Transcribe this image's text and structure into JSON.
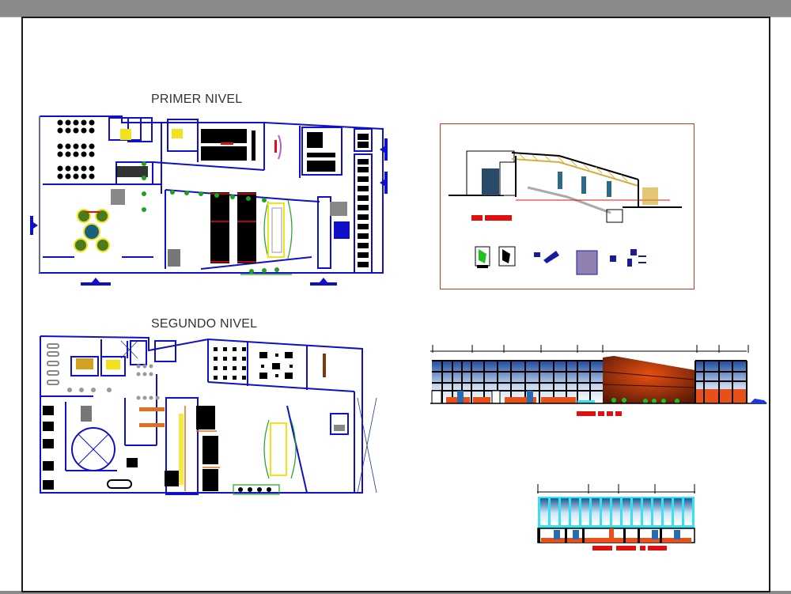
{
  "viewer": {
    "frame_color": "#1a1a1a",
    "chrome_color": "#8a8a8a",
    "background": "#ffffff"
  },
  "sheet": {
    "drawings": [
      {
        "id": "plan-level-1",
        "title": "PRIMER NIVEL",
        "type": "floor-plan"
      },
      {
        "id": "plan-level-2",
        "title": "SEGUNDO NIVEL",
        "type": "floor-plan"
      },
      {
        "id": "section",
        "title": "",
        "type": "cross-section",
        "border_color": "#c0392b"
      },
      {
        "id": "elevation-main",
        "title": "",
        "type": "elevation"
      },
      {
        "id": "elevation-side",
        "title": "",
        "type": "elevation"
      }
    ],
    "colors": {
      "wall": "#1010c8",
      "accent_red": "#e01010",
      "orange": "#e8501a",
      "glass": "#2a6bb0",
      "cyan": "#39e0f0",
      "green": "#20a020",
      "yellow": "#f2e21c"
    }
  },
  "labels": {
    "level1": "PRIMER NIVEL",
    "level2": "SEGUNDO NIVEL"
  }
}
